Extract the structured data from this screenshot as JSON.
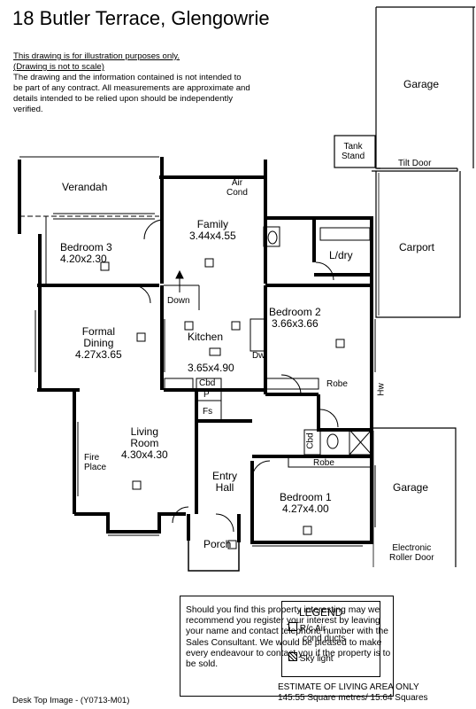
{
  "title": "18 Butler Terrace, Glengowrie",
  "disclaimer": {
    "line1": "This drawing is for illustration purposes only.",
    "line2": "(Drawing is not to scale)",
    "body": "The drawing and the information contained is not intended to be part of any contract.  All measurements are approximate and details intended to be relied upon should be independently verified."
  },
  "rooms": {
    "verandah": "Verandah",
    "bedroom3": {
      "name": "Bedroom 3",
      "size": "4.20x2.30"
    },
    "family": {
      "name": "Family",
      "size": "3.44x4.55"
    },
    "air_cond": {
      "line1": "Air",
      "line2": "Cond"
    },
    "ldry": "L/dry",
    "carport": "Carport",
    "garage_top": "Garage",
    "tank_stand": {
      "line1": "Tank",
      "line2": "Stand"
    },
    "tilt_door": "Tilt Door",
    "formal_dining": {
      "line1": "Formal",
      "line2": "Dining",
      "size": "4.27x3.65"
    },
    "kitchen": {
      "name": "Kitchen",
      "size": "3.65x4.90"
    },
    "bedroom2": {
      "name": "Bedroom 2",
      "size": "3.66x3.66"
    },
    "down": "Down",
    "dw": "Dw",
    "robe_b2": "Robe",
    "hw": "Hw",
    "cbd_kitchen": "Cbd",
    "p": "P",
    "fs": "Fs",
    "living": {
      "line1": "Living",
      "line2": "Room",
      "size": "4.30x4.30"
    },
    "fire_place": {
      "line1": "Fire",
      "line2": "Place"
    },
    "entry_hall": {
      "line1": "Entry",
      "line2": "Hall"
    },
    "cbd_bath": "Cbd",
    "robe_b1": "Robe",
    "bedroom1": {
      "name": "Bedroom 1",
      "size": "4.27x4.00"
    },
    "porch": "Porch",
    "garage_bottom": "Garage",
    "roller_door": {
      "line1": "Electronic",
      "line2": "Roller Door"
    }
  },
  "info_box": "Should you find this property interesting may we recommend you register your interest by leaving your name and contact telephone number with the Sales Consultant. We would be pleased to make every endeavour to contact you if the property is to be sold.",
  "legend": {
    "title": "LEGEND",
    "item1": {
      "line1": "R/c Air",
      "line2": "cond ducts"
    },
    "item2": "Sky light"
  },
  "estimate": {
    "line1": "ESTIMATE OF LIVING AREA ONLY",
    "line2": "145.55 Square metres/  15.64 Squares"
  },
  "footer": "Desk Top Image - (Y0713-M01)"
}
